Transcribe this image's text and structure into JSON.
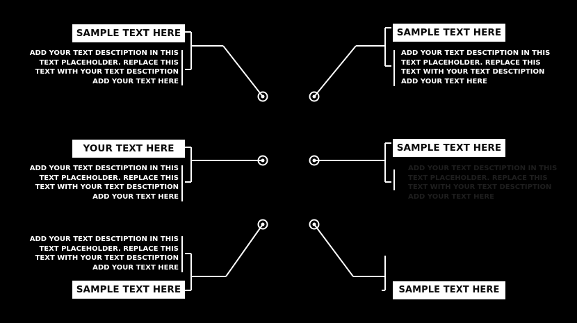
{
  "colors": {
    "background": "#000000",
    "line": "#ffffff",
    "label_bg": "#ffffff",
    "label_text": "#0a0a0a",
    "faded_text": "#1e1e1e"
  },
  "callouts": [
    {
      "label": "SAMPLE TEXT HERE",
      "lines": [
        "ADD YOUR TEXT DESCTIPTION IN THIS",
        "TEXT PLACEHOLDER. REPLACE THIS",
        "TEXT WITH YOUR TEXT DESCTIPTION",
        "ADD YOUR TEXT HERE"
      ]
    },
    {
      "label": "SAMPLE TEXT HERE",
      "lines": [
        "ADD YOUR TEXT DESCTIPTION IN THIS",
        "TEXT PLACEHOLDER. REPLACE THIS",
        "TEXT WITH YOUR TEXT DESCTIPTION",
        "ADD YOUR TEXT HERE"
      ]
    },
    {
      "label": "YOUR TEXT HERE",
      "lines": [
        "ADD YOUR TEXT DESCTIPTION IN THIS",
        "TEXT PLACEHOLDER. REPLACE THIS",
        "TEXT WITH YOUR TEXT DESCTIPTION",
        "ADD YOUR TEXT HERE"
      ]
    },
    {
      "label": "SAMPLE TEXT HERE",
      "lines": [
        "ADD YOUR TEXT DESCTIPTION IN THIS",
        "TEXT PLACEHOLDER. REPLACE THIS",
        "TEXT WITH YOUR TEXT DESCTIPTION",
        "ADD YOUR TEXT HERE"
      ]
    },
    {
      "label": "SAMPLE TEXT HERE",
      "lines": [
        "ADD YOUR TEXT DESCTIPTION IN THIS",
        "TEXT PLACEHOLDER. REPLACE THIS",
        "TEXT WITH YOUR TEXT DESCTIPTION",
        "ADD YOUR TEXT HERE"
      ]
    },
    {
      "label": "SAMPLE TEXT HERE",
      "lines": []
    }
  ]
}
